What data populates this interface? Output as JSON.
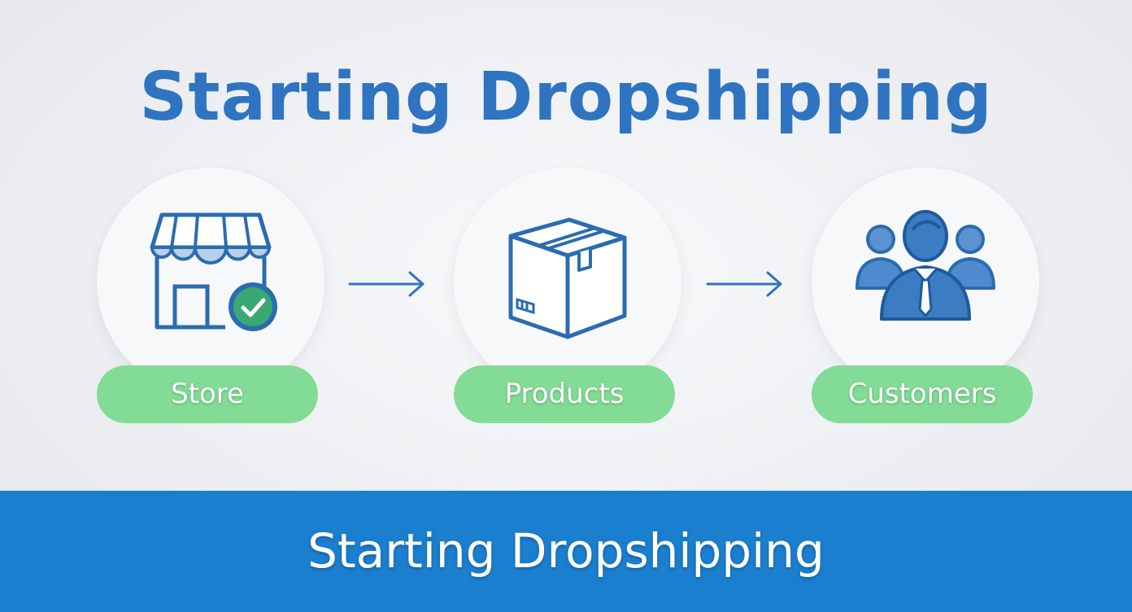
{
  "title": "Starting Dropshipping",
  "steps": [
    {
      "label": "Store",
      "icon": "store-icon"
    },
    {
      "label": "Products",
      "icon": "box-icon"
    },
    {
      "label": "Customers",
      "icon": "customers-icon"
    }
  ],
  "connectors": [
    "arrow-right-icon",
    "arrow-right-icon"
  ],
  "footer": {
    "text": "Starting Dropshipping"
  },
  "colors": {
    "title": "#2f74c0",
    "icon_stroke": "#2b6cb0",
    "icon_fill": "#b7cfe8",
    "pill": "#82dc95",
    "check": "#2f9e6a",
    "footer": "#1b7fd0"
  }
}
